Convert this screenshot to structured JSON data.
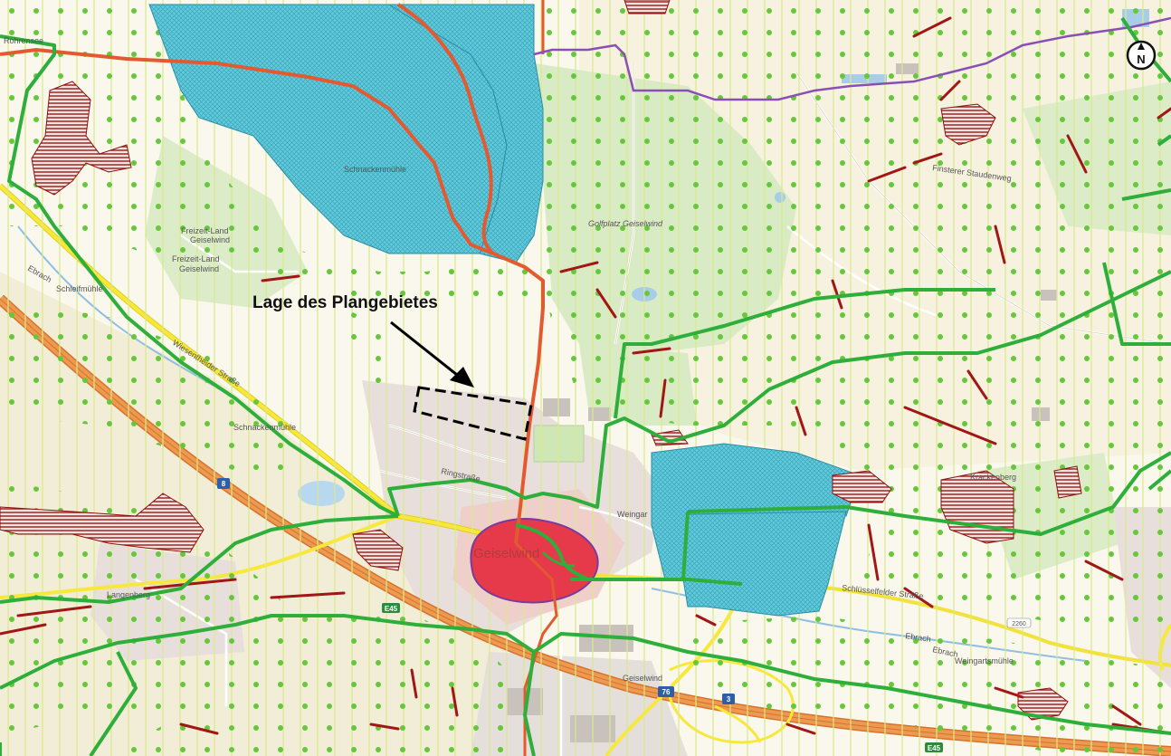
{
  "map": {
    "callout": "Lage des Plangebietes",
    "north_arrow": "N",
    "place_labels": {
      "rohrensee": "Rohrensee",
      "schleifmuehle": "Schleifmühle",
      "freizeit_land_1": "Freizeit-Land",
      "freizeit_land_1b": "Geiselwind",
      "freizeit_land_2": "Freizeit-Land",
      "freizeit_land_2b": "Geiselwind",
      "schnackenmuehle": "Schnackenmühle",
      "ringstrasse": "Ringstraße",
      "geiselwind_town": "Geiselwind",
      "weingarten": "Weingar",
      "golfplatz": "Golfplatz Geiselwind",
      "finsterer_staudenweg": "Finsterer Staudenweg",
      "krackenberg": "Krackenberg",
      "langenberg": "Langenberg",
      "geiselwind_south": "Geiselwind",
      "weingartsmuehle": "Weingartsmühle",
      "schluesselfelder_strasse": "Schlüsselfelder Straße",
      "wiesentheider_strasse": "Wiesentheider Straße",
      "ebrach_1": "Ebrach",
      "ebrach_2": "Ebrach",
      "ebrach_3": "Ebrach",
      "schnackenmuehle_forest": "Schnackenmühle"
    },
    "road_shields": {
      "e45_west": "E45",
      "e45_east": "E45",
      "b8": "8",
      "a3": "3",
      "exit76": "76",
      "st2260": "2260"
    },
    "colors": {
      "background": "#faf7ec",
      "field": "#f1ecd4",
      "forest": "#d8ebc4",
      "settlement": "#e7dedb",
      "settlement_core": "#eec9c4",
      "motorway": "#e8883a",
      "federal_road": "#f7e83a",
      "water": "#a7cde8",
      "green_corridor": "#2eae3a",
      "dot_pattern": "#64c83a",
      "vertical_lines": "#d8e889",
      "hatch_red": "#a11616",
      "regional_road_boundary": "#e45a30",
      "cyan_area": "#55c9d9",
      "red_area": "#e63a4a",
      "purple_boundary": "#8a4fb4"
    }
  }
}
